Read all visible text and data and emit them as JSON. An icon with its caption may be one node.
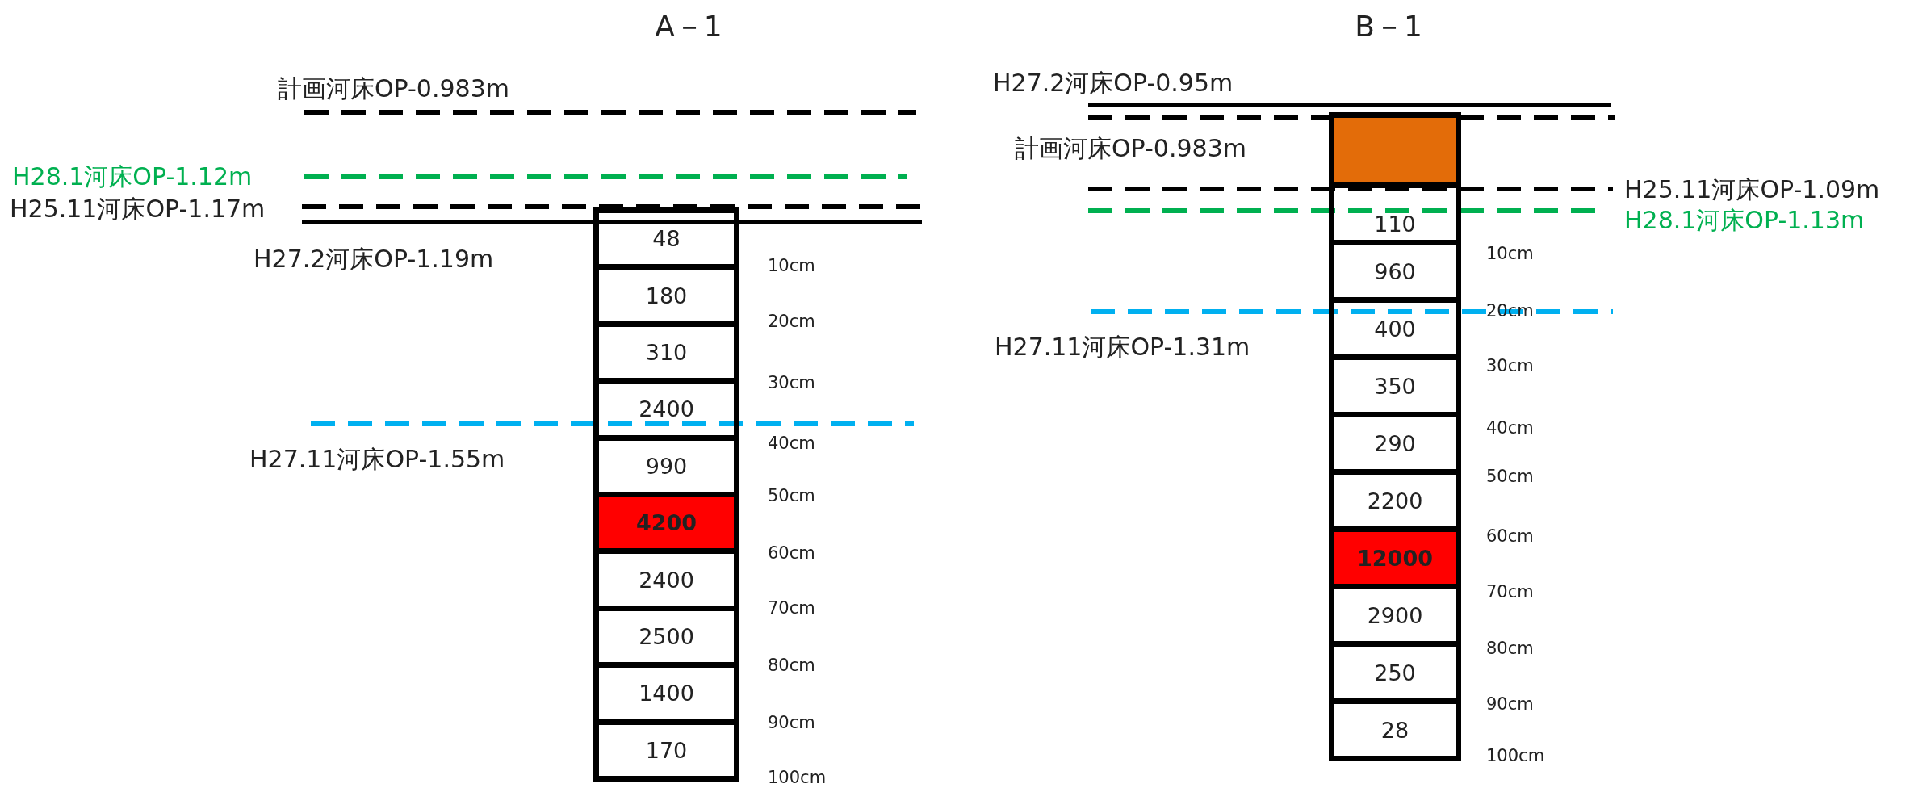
{
  "diagram": {
    "nodes": [
      {
        "text": [
          "48"
        ]
      },
      {
        "text": [
          "180"
        ]
      },
      {
        "text": [
          "310"
        ]
      },
      {
        "text": [
          "2400"
        ]
      },
      {
        "text": [
          "990"
        ]
      },
      {
        "text": [
          "4200"
        ]
      },
      {
        "text": [
          "2400"
        ]
      },
      {
        "text": [
          "2500"
        ]
      },
      {
        "text": [
          "1400"
        ]
      },
      {
        "text": [
          "170"
        ]
      },
      {
        "text": [],
        "shape": "box"
      },
      {
        "text": [
          "110"
        ]
      },
      {
        "text": [
          "960"
        ]
      },
      {
        "text": [
          "400"
        ]
      },
      {
        "text": [
          "350"
        ]
      },
      {
        "text": [
          "290"
        ]
      },
      {
        "text": [
          "2200"
        ]
      },
      {
        "text": [
          "12000"
        ]
      },
      {
        "text": [
          "2900"
        ]
      },
      {
        "text": [
          "250"
        ]
      },
      {
        "text": [
          "28"
        ]
      }
    ],
    "edges": [],
    "labels": [
      "A－1",
      "B－1",
      "計画河床OP-0.983m",
      "H28.1河床OP-1.12m",
      "H25.11河床OP-1.17m",
      "H27.2河床OP-1.19m",
      "H27.11河床OP-1.55m",
      "10cm",
      "20cm",
      "30cm",
      "40cm",
      "50cm",
      "60cm",
      "70cm",
      "80cm",
      "90cm",
      "100cm",
      "H27.2河床OP-0.95m",
      "計画河床OP-0.983m",
      "H25.11河床OP-1.09m",
      "H28.1河床OP-1.13m",
      "H27.11河床OP-1.31m",
      "10cm",
      "20cm",
      "30cm",
      "40cm",
      "50cm",
      "60cm",
      "70cm",
      "80cm",
      "90cm",
      "100cm"
    ]
  }
}
